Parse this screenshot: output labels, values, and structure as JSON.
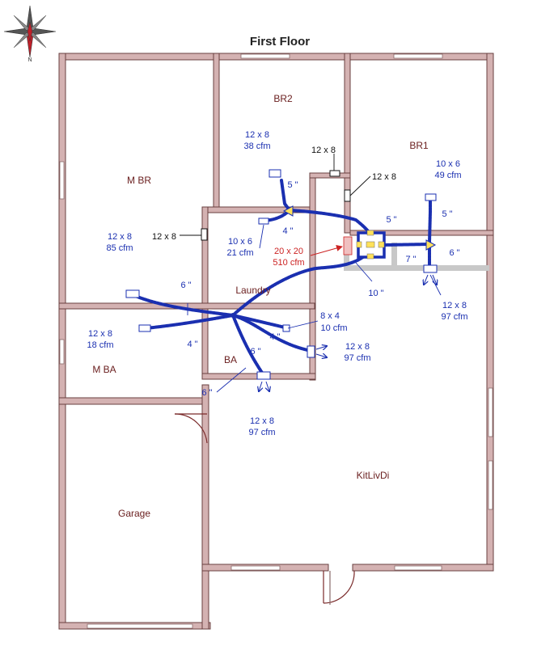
{
  "title": "First Floor",
  "compass": {
    "north_label": "N"
  },
  "rooms": {
    "br2": "BR2",
    "br1": "BR1",
    "mbr": "M BR",
    "laundry": "Laundry",
    "mba": "M BA",
    "ba": "BA",
    "garage": "Garage",
    "kitlivdi": "KitLivDi"
  },
  "registers": {
    "br2": {
      "size": "12 x 8",
      "cfm": "38 cfm"
    },
    "br1": {
      "size": "10 x 6",
      "cfm": "49 cfm"
    },
    "mbr": {
      "size": "12 x 8",
      "cfm": "85 cfm"
    },
    "laundry": {
      "size": "10 x 6",
      "cfm": "21 cfm"
    },
    "mba": {
      "size": "12 x 8",
      "cfm": "18 cfm"
    },
    "ba": {
      "size": "8 x 4",
      "cfm": "10 cfm"
    },
    "kit_right": {
      "size": "12 x 8",
      "cfm": "97 cfm"
    },
    "kit_center": {
      "size": "12 x 8",
      "cfm": "97 cfm"
    },
    "kit_bottom": {
      "size": "12 x 8",
      "cfm": "97 cfm"
    }
  },
  "returns": {
    "hall": "12 x 8",
    "br1": "12 x 8",
    "mbr": "12 x 8"
  },
  "main_return": {
    "size": "20 x 20",
    "cfm": "510 cfm"
  },
  "duct_sizes": {
    "br2": "5 \"",
    "laundry": "4 \"",
    "br1_up": "5 \"",
    "br1_right": "5 \"",
    "kit_right": "6 \"",
    "trunk_7": "7 \"",
    "trunk_10": "10 \"",
    "mbr": "6 \"",
    "mba": "4 \"",
    "ba": "4 \"",
    "kit_center": "6 \"",
    "kit_bottom": "6 \""
  }
}
